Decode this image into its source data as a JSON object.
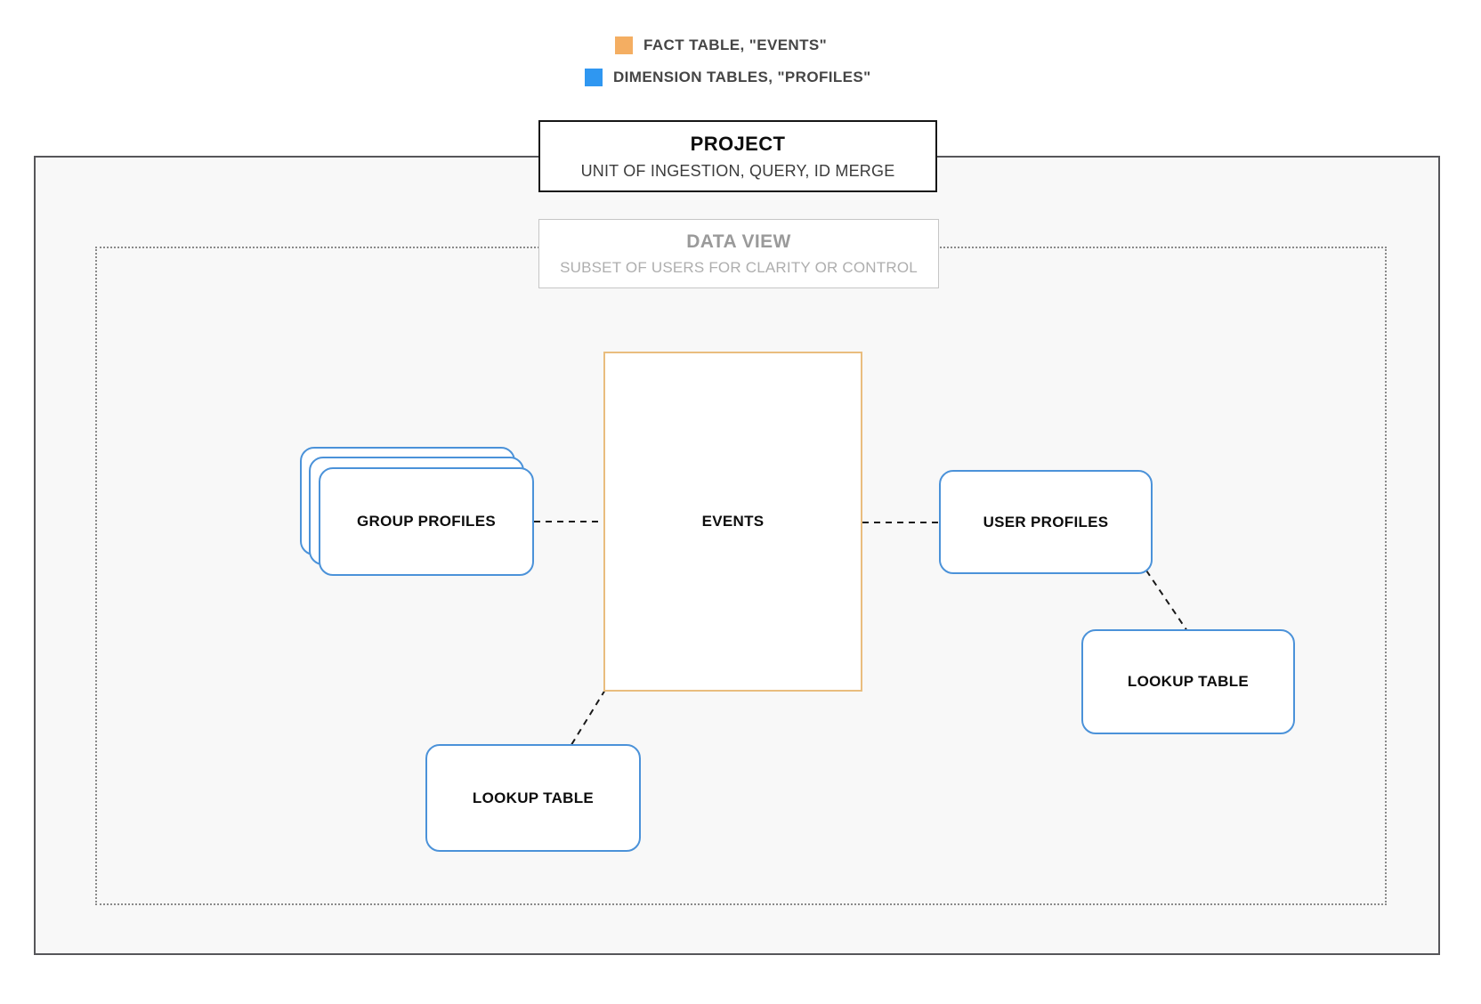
{
  "legend": {
    "items": [
      {
        "id": "fact",
        "label": "FACT TABLE, \"EVENTS\"",
        "swatch_color": "#f4ae62"
      },
      {
        "id": "dimension",
        "label": "DIMENSION TABLES, \"PROFILES\"",
        "swatch_color": "#2f97f1"
      }
    ]
  },
  "project": {
    "title": "PROJECT",
    "subtitle": "UNIT OF INGESTION, QUERY, ID MERGE"
  },
  "data_view": {
    "title": "DATA VIEW",
    "subtitle": "SUBSET OF USERS FOR CLARITY OR CONTROL"
  },
  "nodes": {
    "events": {
      "label": "EVENTS"
    },
    "group_profiles": {
      "label": "GROUP PROFILES"
    },
    "user_profiles": {
      "label": "USER PROFILES"
    },
    "lookup_bottom": {
      "label": "LOOKUP TABLE"
    },
    "lookup_right": {
      "label": "LOOKUP TABLE"
    }
  },
  "colors": {
    "fact_swatch": "#f4ae62",
    "fact_border": "#e9bd7e",
    "dimension_swatch": "#2f97f1",
    "dimension_border": "#4b92d9",
    "connector": "#1a1a1a",
    "boundary_border": "#56565a",
    "dotted_border": "#8a8a8a"
  }
}
